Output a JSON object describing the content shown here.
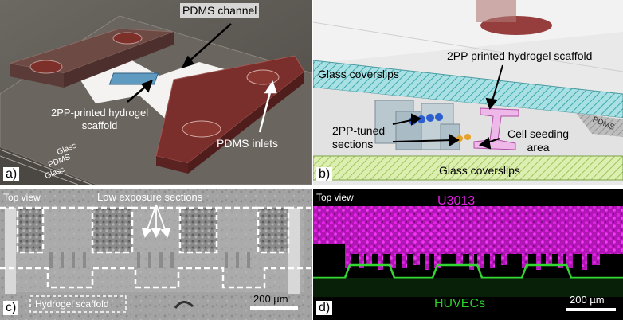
{
  "panel_a": {
    "letter": "a)",
    "labels": {
      "channel": "PDMS channel",
      "scaffold_line1": "2PP-printed hydrogel",
      "scaffold_line2": "scaffold",
      "inlets": "PDMS inlets",
      "layer_glass_top": "Glass",
      "layer_pdms": "PDMS",
      "layer_glass_bottom": "Glass"
    }
  },
  "panel_b": {
    "letter": "b)",
    "labels": {
      "printed_scaffold": "2PP printed hydrogel scaffold",
      "coverslips_top": "Glass coverslips",
      "tuned_line1": "2PP-tuned",
      "tuned_line2": "sections",
      "seeding_line1": "Cell seeding",
      "seeding_line2": "area",
      "pdms": "PDMS",
      "coverslips_bottom": "Glass coverslips"
    }
  },
  "panel_c": {
    "letter": "c)",
    "view": "Top view",
    "low_exposure": "Low exposure sections",
    "hydrogel": "Hydrogel scaffold",
    "scalebar": "200 µm"
  },
  "panel_d": {
    "letter": "d)",
    "view": "Top view",
    "cell_top": "U3013",
    "cell_bottom": "HUVECs",
    "scalebar": "200 µm"
  },
  "colors": {
    "magenta": "#e21ee6",
    "green": "#2ad02a",
    "pdms_red": "#7a2e2a",
    "hatch_blue": "#8fd3d6",
    "hatch_green": "#cfe79a",
    "scaffold_pink": "#e9a5e4"
  }
}
